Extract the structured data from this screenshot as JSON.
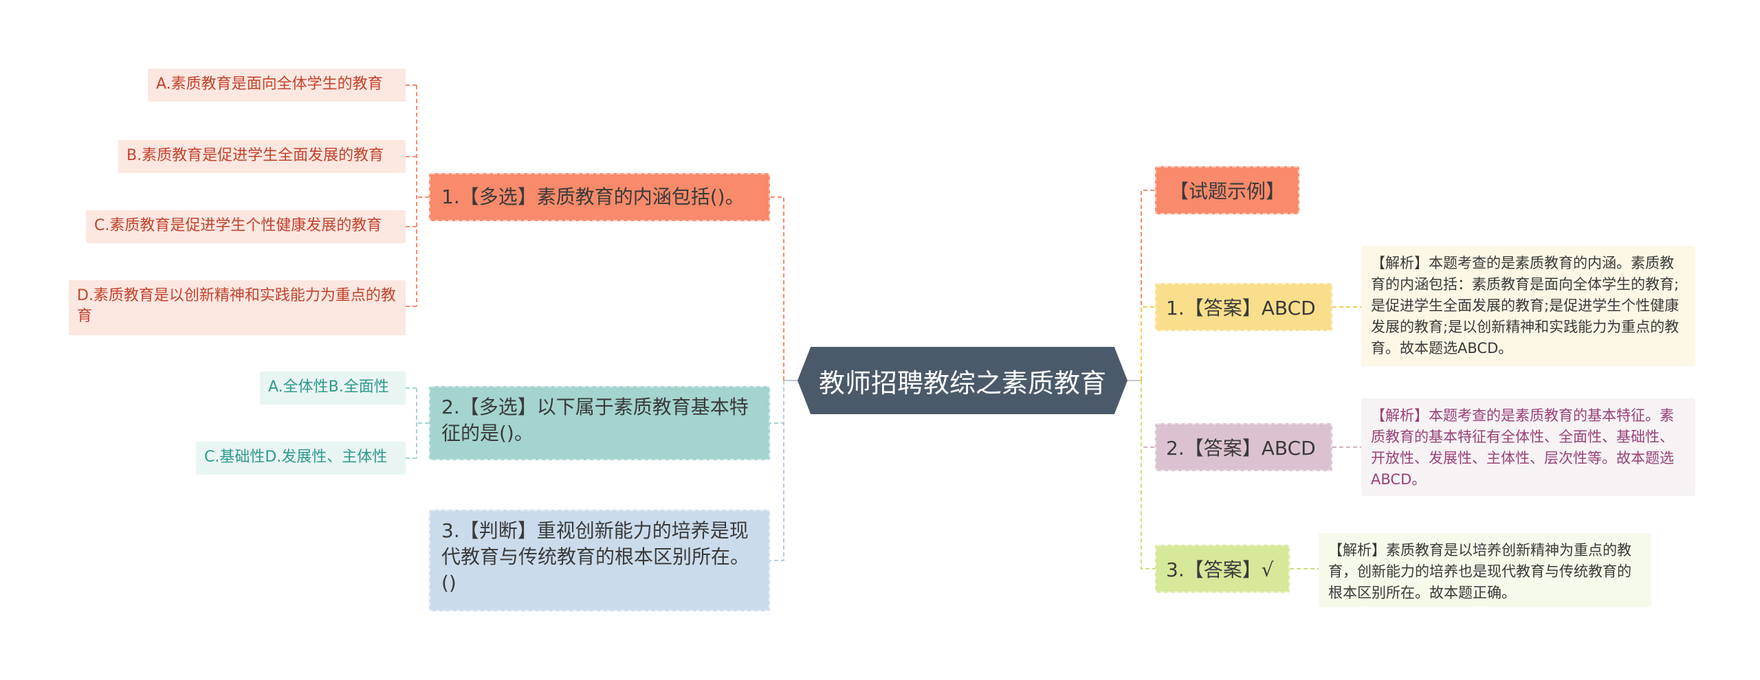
{
  "root": {
    "title": "教师招聘教综之素质教育"
  },
  "left": {
    "q1": {
      "text": "1.【多选】素质教育的内涵包括()。",
      "options": [
        "A.素质教育是面向全体学生的教育",
        "B.素质教育是促进学生全面发展的教育",
        "C.素质教育是促进学生个性健康发展的教育",
        "D.素质教育是以创新精神和实践能力为重点的教育"
      ]
    },
    "q2": {
      "text": "2.【多选】以下属于素质教育基本特征的是()。",
      "options": [
        "A.全体性B.全面性",
        "C.基础性D.发展性、主体性"
      ]
    },
    "q3": {
      "text": "3.【判断】重视创新能力的培养是现代教育与传统教育的根本区别所在。()"
    }
  },
  "right": {
    "topic": "【试题示例】",
    "answers": [
      {
        "label": "1.【答案】ABCD",
        "explanation": "【解析】本题考查的是素质教育的内涵。素质教育的内涵包括：素质教育是面向全体学生的教育;是促进学生全面发展的教育;是促进学生个性健康发展的教育;是以创新精神和实践能力为重点的教育。故本题选ABCD。"
      },
      {
        "label": "2.【答案】ABCD",
        "explanation": "【解析】本题考查的是素质教育的基本特征。素质教育的基本特征有全体性、全面性、基础性、开放性、发展性、主体性、层次性等。故本题选ABCD。"
      },
      {
        "label": "3.【答案】√",
        "explanation": "【解析】素质教育是以培养创新精神为重点的教育，创新能力的培养也是现代教育与传统教育的根本区别所在。故本题正确。"
      }
    ]
  },
  "colors": {
    "root": "#4a5a6b",
    "q1": "#f98a6b",
    "q2": "#a3d4cd",
    "q3": "#cadcec",
    "a1": "#f9df8b",
    "a2": "#dcc2d0",
    "a3": "#d6e89a"
  }
}
